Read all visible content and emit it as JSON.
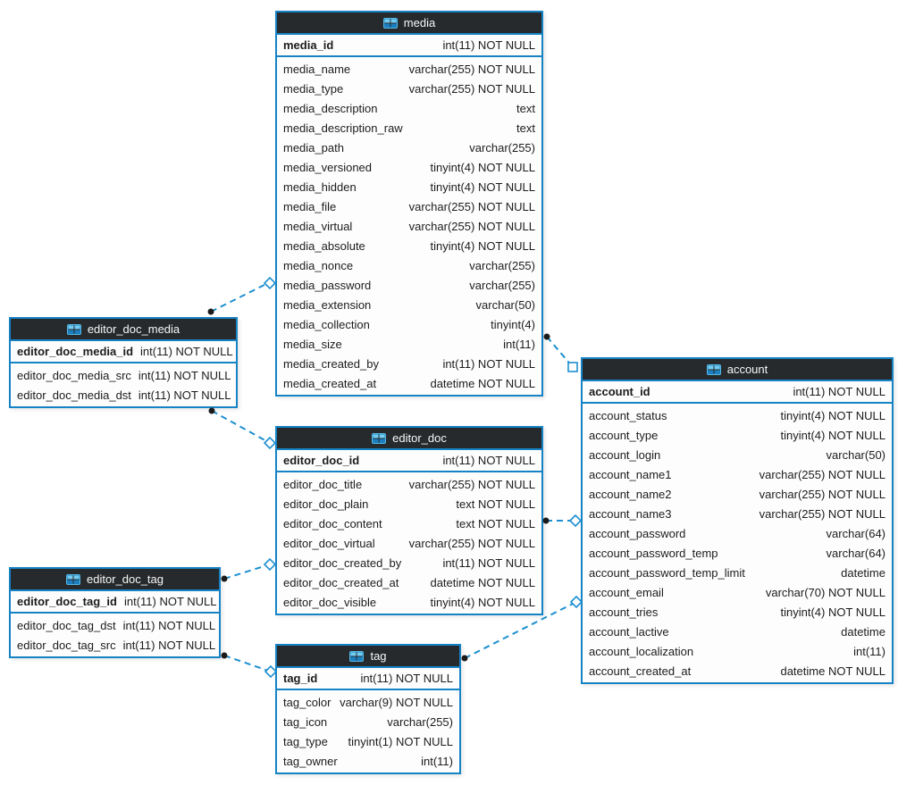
{
  "diagram": {
    "colors": {
      "border_blue": "#1583c5",
      "connector_blue": "#1d8fd0",
      "header_background": "#272a2c",
      "header_text": "#f7f7f7",
      "row_text": "#1c1c1c"
    },
    "tables": [
      {
        "id": "media",
        "title": "media",
        "icon": "table-icon",
        "pk": {
          "name": "media_id",
          "type": "int(11) NOT NULL"
        },
        "columns": [
          {
            "name": "media_name",
            "type": "varchar(255) NOT NULL"
          },
          {
            "name": "media_type",
            "type": "varchar(255) NOT NULL"
          },
          {
            "name": "media_description",
            "type": "text"
          },
          {
            "name": "media_description_raw",
            "type": "text"
          },
          {
            "name": "media_path",
            "type": "varchar(255)"
          },
          {
            "name": "media_versioned",
            "type": "tinyint(4) NOT NULL"
          },
          {
            "name": "media_hidden",
            "type": "tinyint(4) NOT NULL"
          },
          {
            "name": "media_file",
            "type": "varchar(255) NOT NULL"
          },
          {
            "name": "media_virtual",
            "type": "varchar(255) NOT NULL"
          },
          {
            "name": "media_absolute",
            "type": "tinyint(4) NOT NULL"
          },
          {
            "name": "media_nonce",
            "type": "varchar(255)"
          },
          {
            "name": "media_password",
            "type": "varchar(255)"
          },
          {
            "name": "media_extension",
            "type": "varchar(50)"
          },
          {
            "name": "media_collection",
            "type": "tinyint(4)"
          },
          {
            "name": "media_size",
            "type": "int(11)"
          },
          {
            "name": "media_created_by",
            "type": "int(11) NOT NULL"
          },
          {
            "name": "media_created_at",
            "type": "datetime NOT NULL"
          }
        ]
      },
      {
        "id": "editor_doc_media",
        "title": "editor_doc_media",
        "icon": "table-icon",
        "pk": {
          "name": "editor_doc_media_id",
          "type": "int(11) NOT NULL"
        },
        "columns": [
          {
            "name": "editor_doc_media_src",
            "type": "int(11) NOT NULL"
          },
          {
            "name": "editor_doc_media_dst",
            "type": "int(11) NOT NULL"
          }
        ]
      },
      {
        "id": "editor_doc",
        "title": "editor_doc",
        "icon": "table-icon",
        "pk": {
          "name": "editor_doc_id",
          "type": "int(11) NOT NULL"
        },
        "columns": [
          {
            "name": "editor_doc_title",
            "type": "varchar(255) NOT NULL"
          },
          {
            "name": "editor_doc_plain",
            "type": "text NOT NULL"
          },
          {
            "name": "editor_doc_content",
            "type": "text NOT NULL"
          },
          {
            "name": "editor_doc_virtual",
            "type": "varchar(255) NOT NULL"
          },
          {
            "name": "editor_doc_created_by",
            "type": "int(11) NOT NULL"
          },
          {
            "name": "editor_doc_created_at",
            "type": "datetime NOT NULL"
          },
          {
            "name": "editor_doc_visible",
            "type": "tinyint(4) NOT NULL"
          }
        ]
      },
      {
        "id": "editor_doc_tag",
        "title": "editor_doc_tag",
        "icon": "table-icon",
        "pk": {
          "name": "editor_doc_tag_id",
          "type": "int(11) NOT NULL"
        },
        "columns": [
          {
            "name": "editor_doc_tag_dst",
            "type": "int(11) NOT NULL"
          },
          {
            "name": "editor_doc_tag_src",
            "type": "int(11) NOT NULL"
          }
        ]
      },
      {
        "id": "tag",
        "title": "tag",
        "icon": "table-icon",
        "pk": {
          "name": "tag_id",
          "type": "int(11) NOT NULL"
        },
        "columns": [
          {
            "name": "tag_color",
            "type": "varchar(9) NOT NULL"
          },
          {
            "name": "tag_icon",
            "type": "varchar(255)"
          },
          {
            "name": "tag_type",
            "type": "tinyint(1) NOT NULL"
          },
          {
            "name": "tag_owner",
            "type": "int(11)"
          }
        ]
      },
      {
        "id": "account",
        "title": "account",
        "icon": "table-icon",
        "pk": {
          "name": "account_id",
          "type": "int(11) NOT NULL"
        },
        "columns": [
          {
            "name": "account_status",
            "type": "tinyint(4) NOT NULL"
          },
          {
            "name": "account_type",
            "type": "tinyint(4) NOT NULL"
          },
          {
            "name": "account_login",
            "type": "varchar(50)"
          },
          {
            "name": "account_name1",
            "type": "varchar(255) NOT NULL"
          },
          {
            "name": "account_name2",
            "type": "varchar(255) NOT NULL"
          },
          {
            "name": "account_name3",
            "type": "varchar(255) NOT NULL"
          },
          {
            "name": "account_password",
            "type": "varchar(64)"
          },
          {
            "name": "account_password_temp",
            "type": "varchar(64)"
          },
          {
            "name": "account_password_temp_limit",
            "type": "datetime"
          },
          {
            "name": "account_email",
            "type": "varchar(70) NOT NULL"
          },
          {
            "name": "account_tries",
            "type": "tinyint(4) NOT NULL"
          },
          {
            "name": "account_lactive",
            "type": "datetime"
          },
          {
            "name": "account_localization",
            "type": "int(11)"
          },
          {
            "name": "account_created_at",
            "type": "datetime NOT NULL"
          }
        ]
      }
    ],
    "connections": [
      {
        "from": "editor_doc_media",
        "to": "media"
      },
      {
        "from": "editor_doc_media",
        "to": "editor_doc"
      },
      {
        "from": "editor_doc_tag",
        "to": "editor_doc"
      },
      {
        "from": "editor_doc_tag",
        "to": "tag"
      },
      {
        "from": "tag",
        "to": "account"
      },
      {
        "from": "editor_doc",
        "to": "account"
      },
      {
        "from": "media",
        "to": "account"
      }
    ]
  }
}
